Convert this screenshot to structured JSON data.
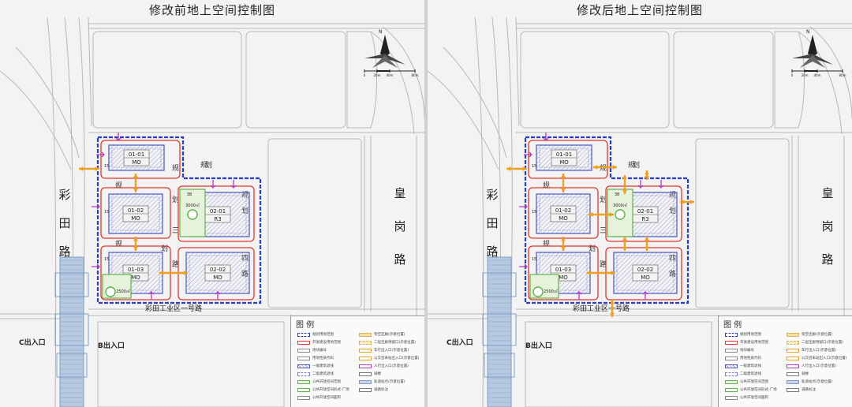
{
  "left": {
    "title": "修改前地上空间控制图"
  },
  "right": {
    "title": "修改后地上空间控制图"
  },
  "map": {
    "north_label": "N",
    "scale": [
      "0",
      "20m",
      "40m",
      "80m"
    ],
    "road_caitian": [
      "彩",
      "田",
      "路"
    ],
    "road_huanggang": [
      "皇",
      "岗",
      "路"
    ],
    "road_guihua_1": [
      "规",
      "划",
      "一",
      "路"
    ],
    "road_guihua_2": [
      "规",
      "划",
      "二",
      "路"
    ],
    "road_guihua_3": [
      "规",
      "划",
      "三",
      "路"
    ],
    "road_guihua_4": [
      "规",
      "划",
      "四",
      "路"
    ],
    "road_bottom": "彩田工业区一号路",
    "exit_c": "C出入口",
    "exit_b": "B出入口",
    "setback": "15",
    "setback_mid": "38",
    "area_green_1": "3000㎡",
    "area_green_2": "2500㎡",
    "parcels": [
      {
        "id": "01-01",
        "use": "MO"
      },
      {
        "id": "01-02",
        "use": "MO"
      },
      {
        "id": "01-03",
        "use": "MO"
      },
      {
        "id": "02-01",
        "use": "R3"
      },
      {
        "id": "02-02",
        "use": "MO"
      }
    ]
  },
  "legend": {
    "title": "图 例",
    "items_left": [
      "规划用地范围",
      "开发建设用地范围",
      "地块编号",
      "用地性质代码",
      "一级建筑退线",
      "二级建筑退线",
      "公共开放空间范围",
      "公共开放空间形式-广场",
      "公共开放空间面积"
    ],
    "items_right": [
      "架空连廊(示意位置)",
      "二层连廊预留口(示意位置)",
      "车行出入口(示意位置)",
      "公交首末站出入口(示意位置)",
      "人行出入口(示意位置)",
      "骑楼",
      "轨道站点(示意位置)",
      "道路标注"
    ]
  },
  "colors": {
    "boundary_blue": "#2a3fc8",
    "boundary_red": "#e0362f",
    "connector_orange": "#f0a020",
    "entry_purple": "#b040c0",
    "green": "#62b24a",
    "rail_blue": "#7f9fc8"
  }
}
